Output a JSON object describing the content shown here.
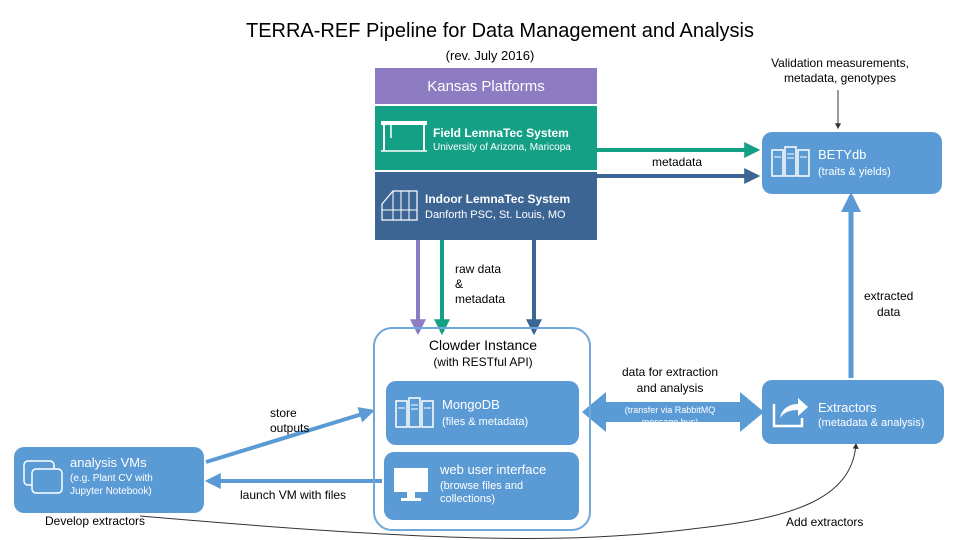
{
  "title": "TERRA-REF Pipeline for Data Management and Analysis",
  "subtitle": "(rev. July 2016)",
  "colors": {
    "purple": "#8e7cc3",
    "teal": "#14a085",
    "navy": "#3c6594",
    "blue": "#5b9bd5",
    "arrow": "#5b9bd5"
  },
  "kansas": {
    "label": "Kansas Platforms"
  },
  "field": {
    "name": "Field LemnaTec System",
    "location": "University of Arizona, Maricopa",
    "icon": "gantry-icon"
  },
  "indoor": {
    "name": "Indoor LemnaTec System",
    "location": "Danforth PSC, St. Louis, MO",
    "icon": "greenhouse-icon"
  },
  "validation": {
    "line1": "Validation measurements,",
    "line2": "metadata, genotypes"
  },
  "betydb": {
    "name": "BETYdb",
    "desc": "(traits & yields)",
    "icon": "database-icon"
  },
  "edges": {
    "metadata": "metadata",
    "raw1": "raw data",
    "raw2": "&",
    "raw3": "metadata",
    "extracted1": "extracted",
    "extracted2": "data",
    "dfe1": "data for extraction",
    "dfe2": "and analysis",
    "transfer1": "(transfer via RabbitMQ",
    "transfer2": "message bus)",
    "store1": "store",
    "store2": "outputs",
    "launch": "launch VM with files",
    "develop": "Develop extractors",
    "add": "Add extractors"
  },
  "clowder": {
    "title": "Clowder Instance",
    "subtitle": "(with RESTful API)"
  },
  "mongodb": {
    "name": "MongoDB",
    "desc": "(files & metadata)",
    "icon": "database-icon"
  },
  "webui": {
    "name": "web user interface",
    "desc1": "(browse files and",
    "desc2": "collections)",
    "icon": "monitor-icon"
  },
  "extractors": {
    "name": "Extractors",
    "desc": "(metadata & analysis)",
    "icon": "share-icon"
  },
  "vms": {
    "name": "analysis VMs",
    "desc1": "(e.g. Plant CV with",
    "desc2": "Jupyter Notebook)",
    "icon": "windows-icon"
  }
}
